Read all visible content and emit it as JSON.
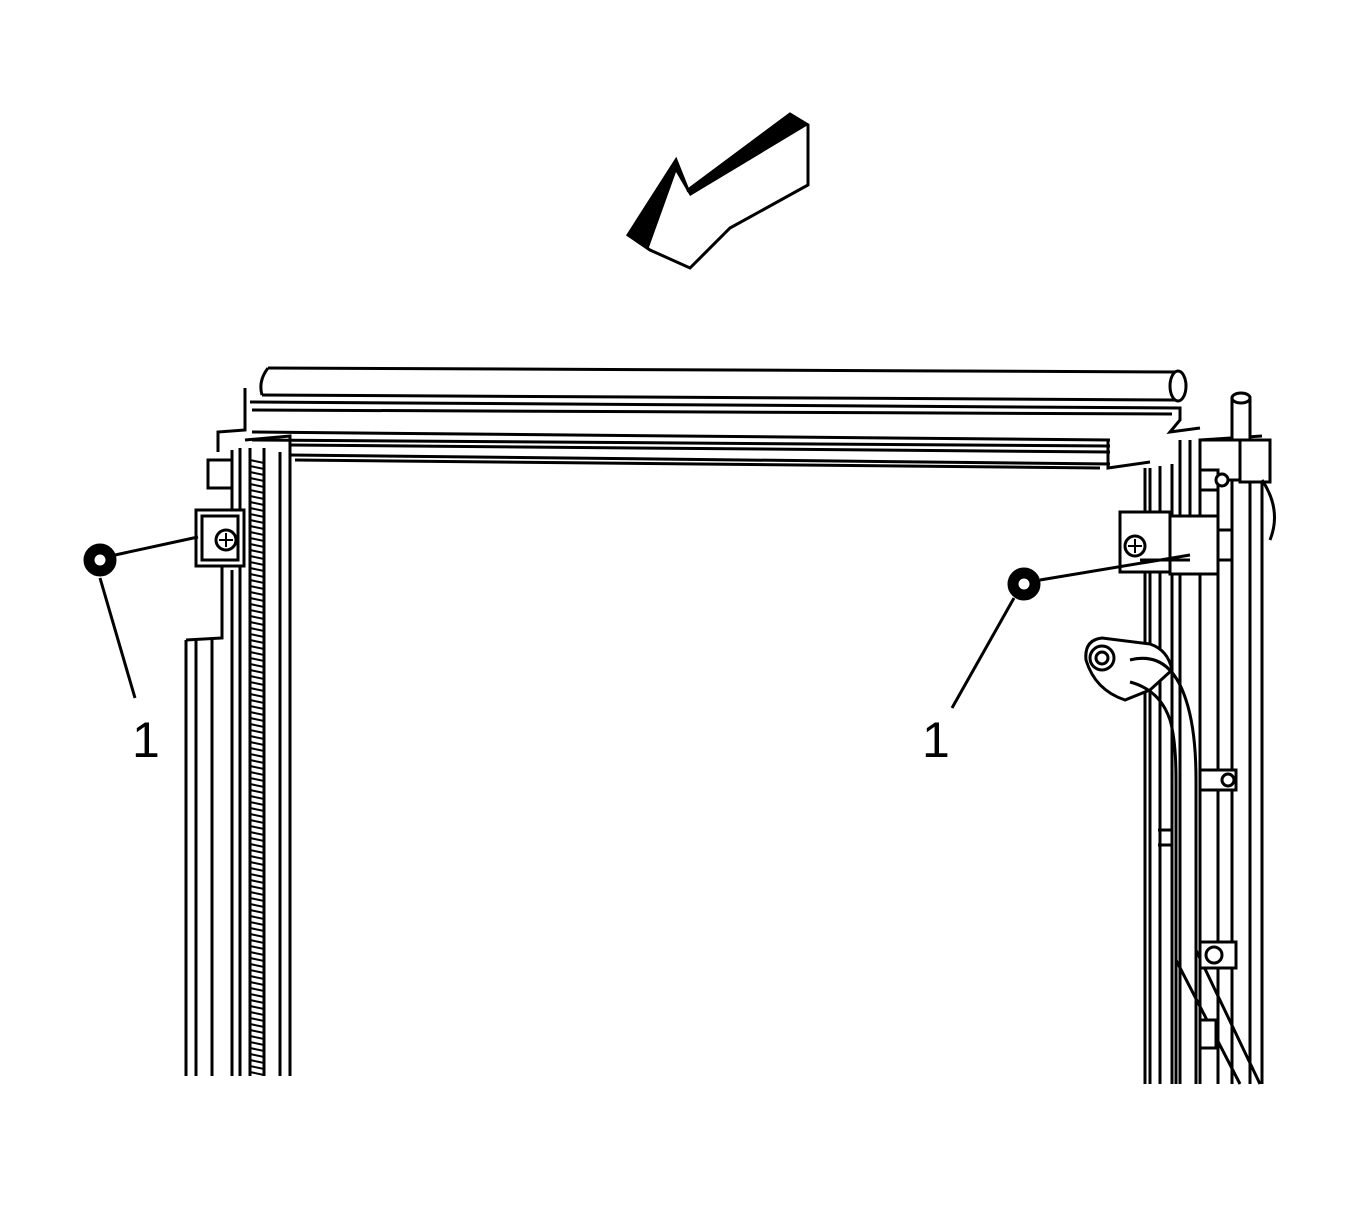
{
  "diagram": {
    "colors": {
      "line": "#000000",
      "fill": "#ffffff"
    },
    "callouts": [
      {
        "id": "fastener-left",
        "label": "1"
      },
      {
        "id": "fastener-right",
        "label": "1"
      }
    ]
  }
}
